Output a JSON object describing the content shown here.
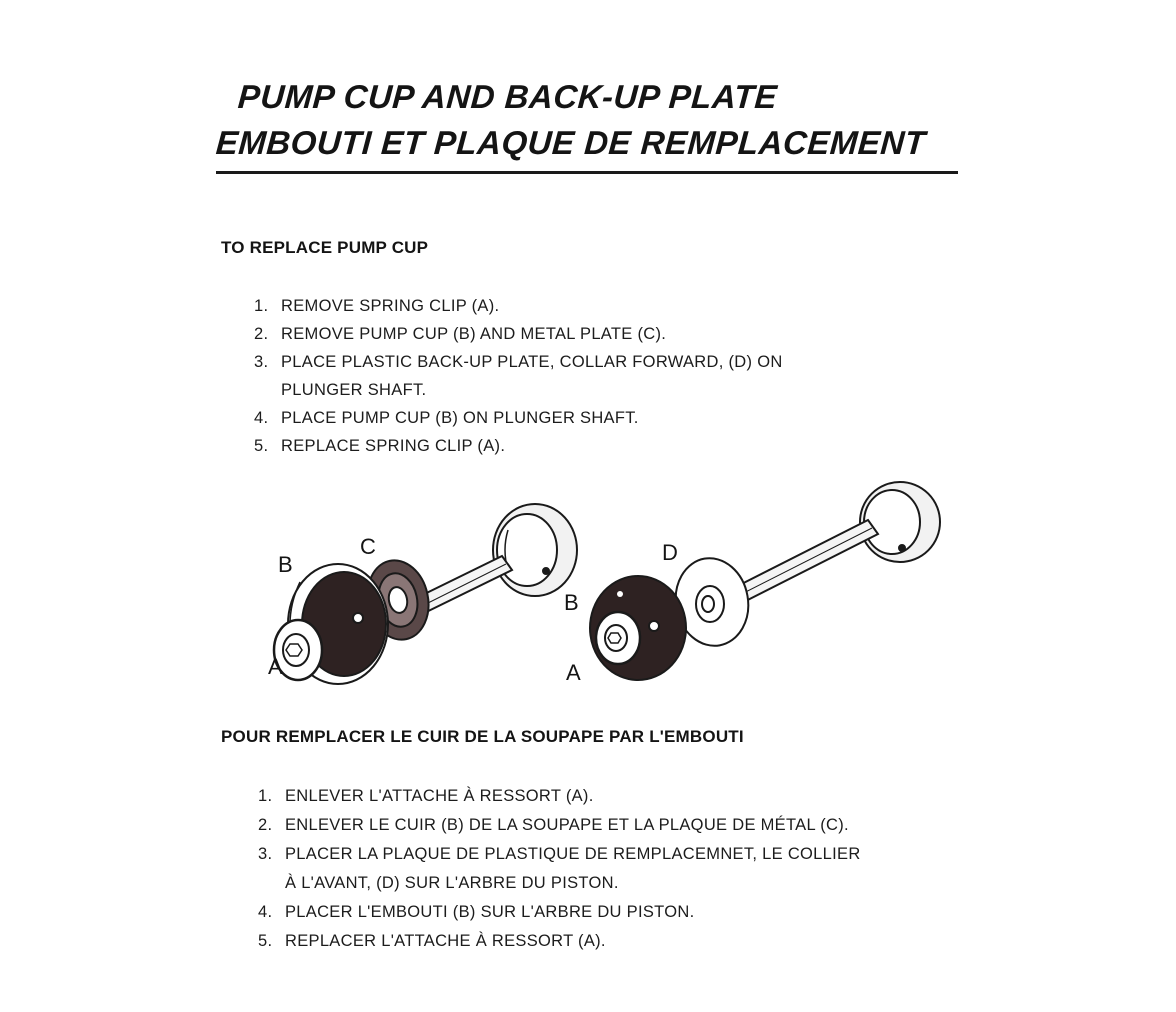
{
  "title": {
    "english": "PUMP CUP AND BACK-UP PLATE",
    "french": "EMBOUTI ET PLAQUE DE REMPLACEMENT"
  },
  "english": {
    "heading": "TO REPLACE PUMP CUP",
    "steps": [
      {
        "num": "1.",
        "lines": [
          "REMOVE SPRING CLIP (A)."
        ]
      },
      {
        "num": "2.",
        "lines": [
          "REMOVE PUMP CUP (B) AND METAL PLATE (C)."
        ]
      },
      {
        "num": "3.",
        "lines": [
          "PLACE PLASTIC BACK-UP PLATE, COLLAR FORWARD, (D) ON",
          "PLUNGER SHAFT."
        ]
      },
      {
        "num": "4.",
        "lines": [
          "PLACE PUMP CUP (B) ON PLUNGER SHAFT."
        ]
      },
      {
        "num": "5.",
        "lines": [
          "REPLACE SPRING CLIP (A)."
        ]
      }
    ]
  },
  "french": {
    "heading": "POUR REMPLACER LE CUIR DE LA SOUPAPE PAR L'EMBOUTI",
    "steps": [
      {
        "num": "1.",
        "lines": [
          "ENLEVER L'ATTACHE À RESSORT (A)."
        ]
      },
      {
        "num": "2.",
        "lines": [
          "ENLEVER LE CUIR (B) DE LA SOUPAPE ET LA PLAQUE DE MÉTAL (C)."
        ]
      },
      {
        "num": "3.",
        "lines": [
          "PLACER LA PLAQUE DE PLASTIQUE DE REMPLACEMNET, LE COLLIER",
          "À L'AVANT, (D) SUR L'ARBRE DU PISTON."
        ]
      },
      {
        "num": "4.",
        "lines": [
          "PLACER L'EMBOUTI (B) SUR L'ARBRE DU PISTON."
        ]
      },
      {
        "num": "5.",
        "lines": [
          "REPLACER L'ATTACHE À RESSORT (A)."
        ]
      }
    ]
  },
  "figure": {
    "left_labels": {
      "a": "A",
      "b": "B",
      "c": "C"
    },
    "right_labels": {
      "a": "A",
      "b": "B",
      "d": "D"
    }
  },
  "colors": {
    "ink": "#141414",
    "part_fill": "#2e2222",
    "plate_fill": "#e9e9e9",
    "paper": "#ffffff"
  }
}
